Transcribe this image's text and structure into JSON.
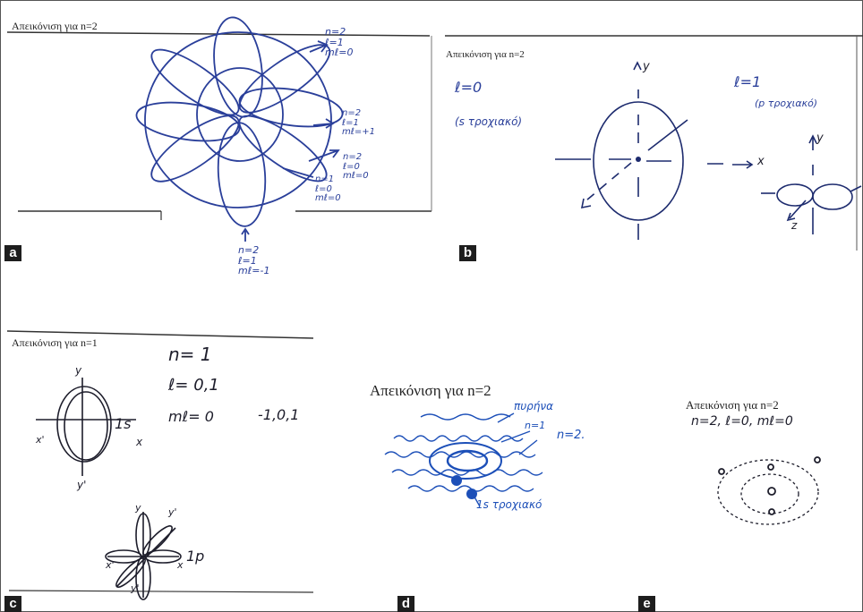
{
  "panels": {
    "a": {
      "label": "a",
      "title": "Απεικόνιση για n=2",
      "notes": {
        "top_right": [
          "n=2",
          "ℓ=1",
          "mℓ=0"
        ],
        "mid_right": [
          "n=2",
          "ℓ=1",
          "mℓ=+1"
        ],
        "lower_right": [
          "n=2",
          "ℓ=0",
          "mℓ=0"
        ],
        "inner": [
          "n=1",
          "ℓ=0",
          "mℓ=0"
        ],
        "bottom": [
          "n=2",
          "ℓ=1",
          "mℓ=-1"
        ]
      }
    },
    "b": {
      "label": "b",
      "title": "Απεικόνιση για n=2",
      "notes": {
        "left_1": "ℓ=0",
        "left_2": "(s τροχιακό)",
        "right_1": "ℓ=1",
        "right_2": "(p τροχιακό)",
        "axis_y": "y",
        "axis_y2": "y",
        "axis_x": "x",
        "axis_z": "z"
      }
    },
    "c": {
      "label": "c",
      "title": "Απεικόνιση για n=1",
      "notes": {
        "line_1": "n= 1",
        "line_2": "ℓ= 0,1",
        "line_3": "mℓ= 0",
        "line_3b": "-1,0,1",
        "s_label": "1s",
        "p_label": "1p",
        "y_top": "y",
        "y_bottom": "y'",
        "x_right": "x",
        "x_left": "x'",
        "y2_top": "y",
        "y2_top2": "y'",
        "y2_bottom": "y'",
        "x2_right": "x",
        "x2_left": "x'"
      }
    },
    "d": {
      "label": "d",
      "title": "Απεικόνιση για n=2",
      "notes": {
        "core": "πυρήνα",
        "n1": "n=1",
        "n2": "n=2.",
        "orbital": "1s τροχιακό"
      }
    },
    "e": {
      "label": "e",
      "title": "Απεικόνιση για n=2",
      "notes": {
        "line": "n=2, ℓ=0, mℓ=0"
      }
    }
  },
  "colors": {
    "ink_blue": "#2a3f9a",
    "ink_bright": "#1c4fb8",
    "pencil": "#1d1d2b",
    "rule_line": "#333333"
  }
}
